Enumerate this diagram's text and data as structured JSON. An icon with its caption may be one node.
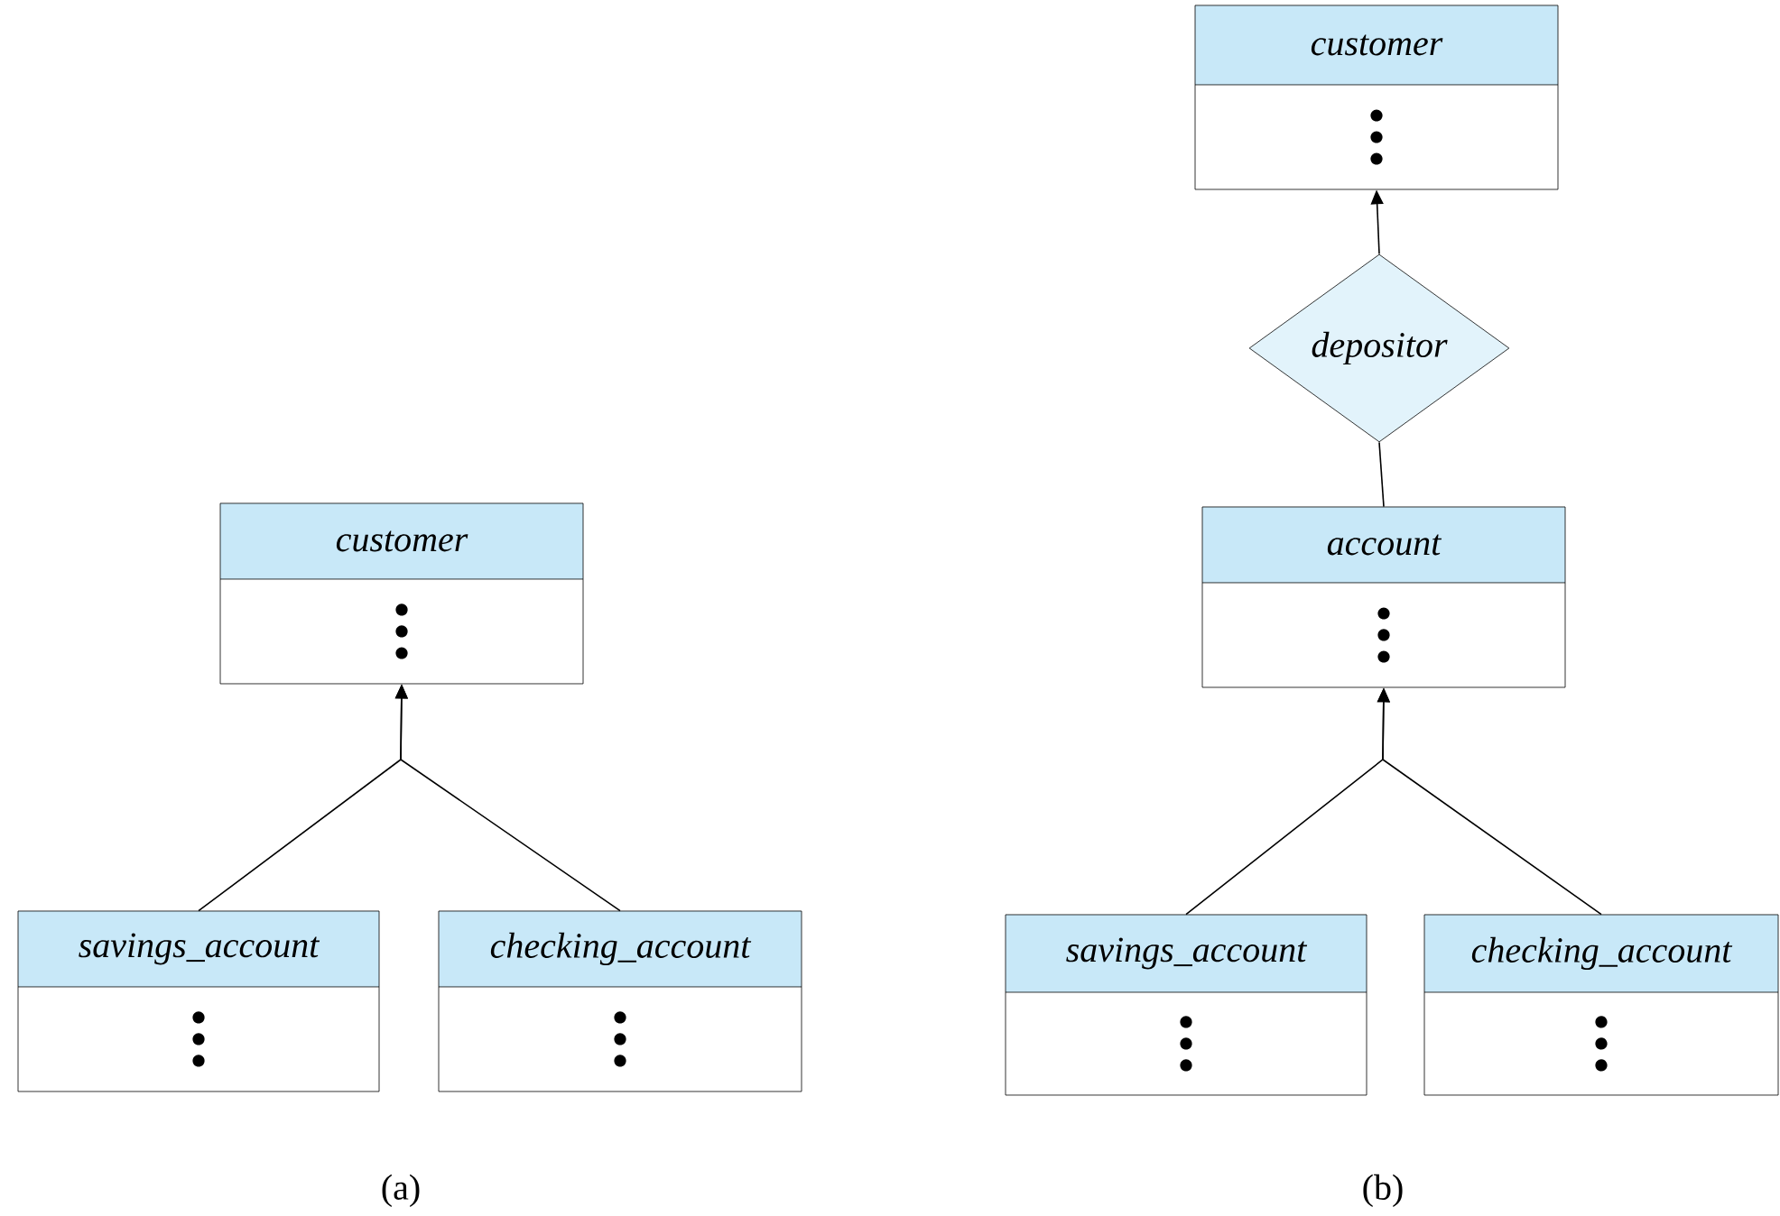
{
  "diagram": {
    "nodes": [
      {
        "text": [
          "customer"
        ]
      },
      {
        "text": [
          "savings_account"
        ]
      },
      {
        "text": [
          "checking_account"
        ]
      },
      {
        "text": [
          "customer"
        ]
      },
      {
        "text": [
          "depositor"
        ]
      },
      {
        "text": [
          "account"
        ]
      },
      {
        "text": [
          "savings_account"
        ]
      },
      {
        "text": [
          "checking_account"
        ]
      }
    ],
    "edges": [
      {
        "from": 1,
        "to": 0,
        "arrow": "to"
      },
      {
        "from": 2,
        "to": 0,
        "arrow": "to"
      },
      {
        "from": 4,
        "to": 3,
        "arrow": "to"
      },
      {
        "from": 4,
        "to": 5,
        "arrow": "none"
      },
      {
        "from": 6,
        "to": 5,
        "arrow": "to"
      },
      {
        "from": 7,
        "to": 5,
        "arrow": "to"
      }
    ],
    "labels": [
      "(a)",
      "(b)"
    ]
  }
}
